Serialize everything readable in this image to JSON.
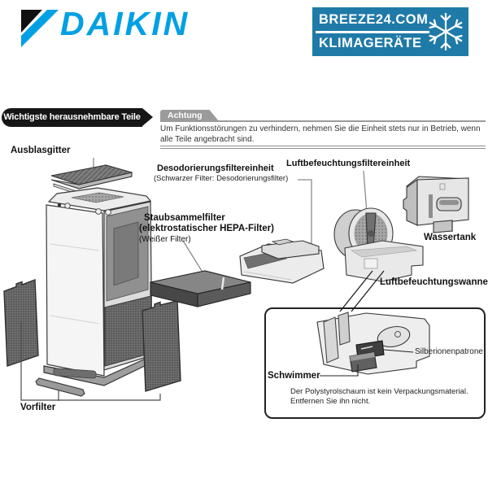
{
  "header": {
    "logo_text": "DAIKIN",
    "badge": {
      "line1": "BREEZE24.COM",
      "line2": "KLIMAGERÄTE"
    }
  },
  "icons": {
    "snowflake": "❄"
  },
  "colors": {
    "daikin_cyan": "#00a0e4",
    "badge_blue": "#1f7aa8",
    "notice_gray": "#9b9b9b",
    "section_black": "#161616"
  },
  "section": {
    "title": "Wichtigste herausnehmbare Teile"
  },
  "notice": {
    "title": "Achtung",
    "body": "Um Funktionsstörungen zu verhindern, nehmen Sie die Einheit stets nur in Betrieb, wenn alle Teile angebracht sind."
  },
  "labels": {
    "ausblasgitter": "Ausblasgitter",
    "desodorierung_title": "Desodorierungsfiltereinheit",
    "desodorierung_sub": "(Schwarzer Filter: Desodorierungsfilter)",
    "staubsammel_line1": "Staubsammelfilter",
    "staubsammel_line2": "(elektrostatischer HEPA-Filter)",
    "staubsammel_line3": "(Weißer Filter)",
    "luftbefeuchtungsfilter": "Luftbefeuchtungsfiltereinheit",
    "wassertank": "Wassertank",
    "luftbefeuchtungswanne": "Luftbefeuchtungswanne",
    "silberionenpatrone": "Silberionenpatrone",
    "schwimmer": "Schwimmer",
    "vorfilter": "Vorfilter"
  },
  "callout": {
    "note_line1": "Der Polystyrolschaum ist kein Verpackungsmaterial.",
    "note_line2": "Entfernen Sie ihn nicht."
  }
}
